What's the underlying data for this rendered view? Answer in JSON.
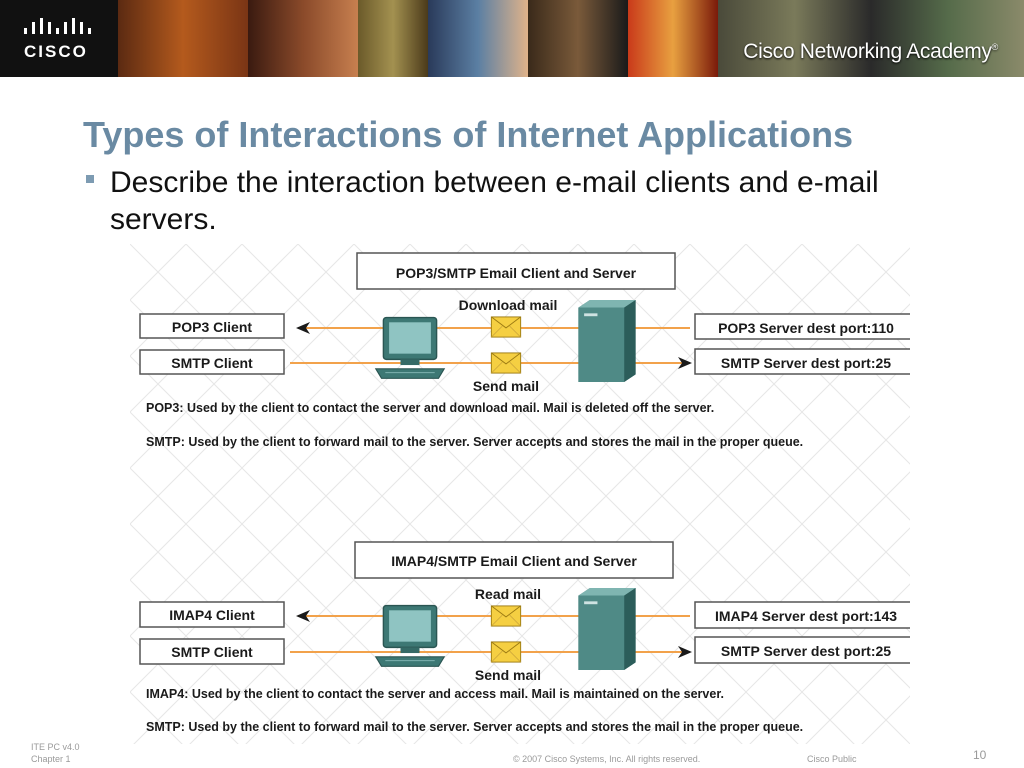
{
  "header": {
    "brand": "CISCO",
    "academy": "Cisco Networking Academy",
    "academy_mark": "®"
  },
  "slide": {
    "title": "Types of Interactions of Internet Applications",
    "bullet": "Describe the interaction between e-mail clients and e-mail servers."
  },
  "diagram1": {
    "title": "POP3/SMTP Email Client and Server",
    "top_caption": "Download mail",
    "bottom_caption": "Send mail",
    "client1": "POP3 Client",
    "client2": "SMTP Client",
    "server1": "POP3 Server dest port:110",
    "server2": "SMTP Server dest port:25",
    "desc1": "POP3: Used by the client to contact the server and download mail. Mail is deleted off the server.",
    "desc2": "SMTP: Used by the client to forward mail to the server. Server accepts and stores the mail in the proper queue."
  },
  "diagram2": {
    "title": "IMAP4/SMTP Email Client and Server",
    "top_caption": "Read mail",
    "bottom_caption": "Send mail",
    "client1": "IMAP4 Client",
    "client2": "SMTP Client",
    "server1": "IMAP4 Server dest port:143",
    "server2": "SMTP Server dest port:25",
    "desc1": "IMAP4: Used by the client to contact the server and access mail. Mail is maintained on the server.",
    "desc2": "SMTP: Used by the client to forward mail to the server. Server accepts and stores the mail in the proper queue."
  },
  "footer": {
    "line1": "ITE PC v4.0",
    "line2": "Chapter 1",
    "copyright": "© 2007 Cisco Systems, Inc. All rights reserved.",
    "classification": "Cisco Public",
    "page": "10"
  },
  "colors": {
    "title": "#6a8aa3",
    "arrow": "#f2a24b",
    "server": "#4f8a86",
    "envelope": "#f5cf42"
  }
}
